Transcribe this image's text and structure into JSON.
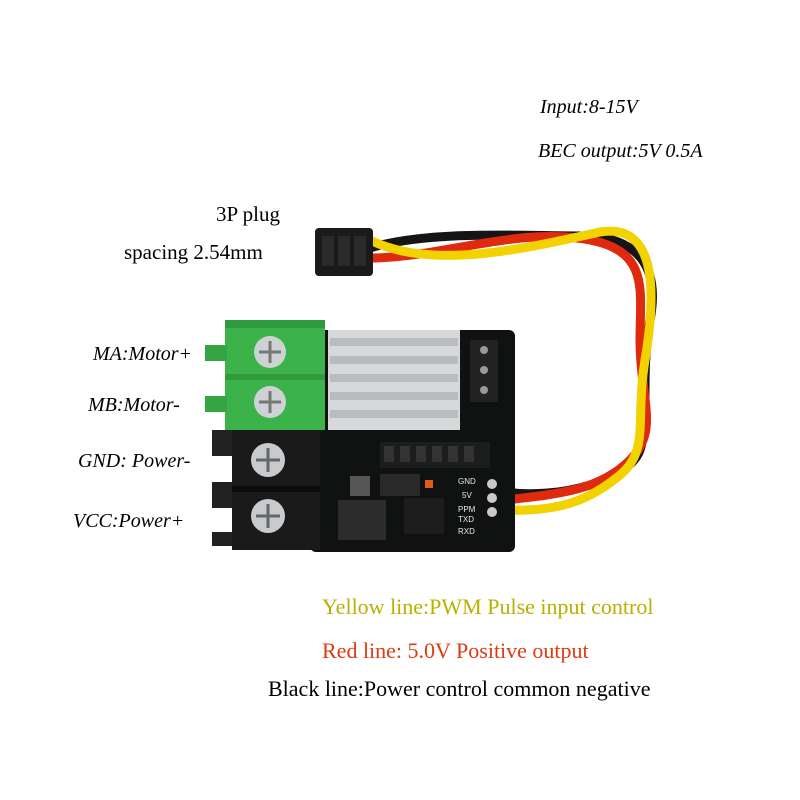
{
  "specs": {
    "input": "Input:8-15V",
    "bec_output": "BEC output:5V 0.5A"
  },
  "plug": {
    "title": "3P plug",
    "spacing": "spacing 2.54mm"
  },
  "terminals": {
    "ma": "MA:Motor+",
    "mb": "MB:Motor-",
    "gnd": "GND: Power-",
    "vcc": "VCC:Power+"
  },
  "wires": {
    "yellow": "Yellow line:PWM Pulse input control",
    "red": "Red line: 5.0V Positive output",
    "black": "Black line:Power control common negative"
  },
  "silkscreen": {
    "pins": [
      "GND",
      "5V",
      "PPM",
      "TXD",
      "RXD"
    ]
  },
  "colors": {
    "yellow_text": "#b9b000",
    "red_text": "#e03a10",
    "pcb": "#0f1210",
    "terminal_green": "#3cb24a",
    "terminal_black": "#1a1a1a",
    "heatsink": "#d6d8da",
    "wire_yellow": "#f2d200",
    "wire_red": "#e02a10",
    "wire_black": "#151515"
  }
}
